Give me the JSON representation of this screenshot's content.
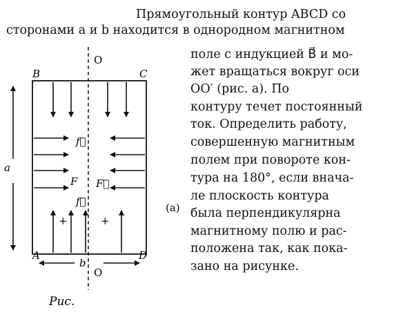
{
  "text": {
    "lines": [
      "Прямоугольный контур ABCD со",
      "сторонами a и b находится в однородном магнитном",
      "поле с индукцией B⃗ и мо-",
      "жет вращаться вокруг оси",
      "OO′ (рис. a). По",
      "контуру течет постоянный",
      "ток. Определить работу,",
      "совершенную магнитным",
      "полем при повороте кон-",
      "тура на 180°, если внача-",
      "ле плоскость контура",
      "была перпендикулярна",
      "магнитному полю и рас-",
      "положена так, как пока-",
      "зано на рисунке."
    ]
  },
  "figure": {
    "axis_label_top": "O",
    "axis_label_bottom": "O",
    "corner_B": "B",
    "corner_C": "C",
    "corner_A": "A",
    "corner_D": "D",
    "side_a": "a",
    "side_b": "b",
    "force_f_top": "f⃗",
    "force_F_left": "F",
    "force_F_right": "F⃗",
    "force_f_bottom": "f⃗",
    "plus_left": "+",
    "plus_right": "+",
    "panel_label": "(a)",
    "caption": "Рис."
  }
}
